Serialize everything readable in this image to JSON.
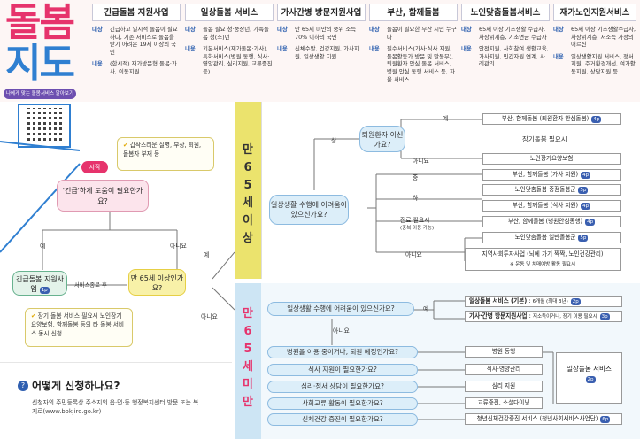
{
  "logo": {
    "line1": "돌봄",
    "line2": "지도",
    "subtitle": "나에게 맞는 돌봄서비스 알아보기"
  },
  "columns": [
    {
      "title": "긴급돌봄 지원사업",
      "target_key": "대상",
      "target": "긴급하고 일시적 돌봄이 필요하나, 기존 서비스로 돌봄을 받기 어려운 19세 이상의 국민",
      "content_key": "내용",
      "content": "(한시적) 재가방문형 돌봄·가사, 이동지원"
    },
    {
      "title": "일상돌봄 서비스",
      "target_key": "대상",
      "target": "돌봄 필요 청·중장년, 가족돌봄 청(소)년",
      "content_key": "내용",
      "content": "기본서비스(재가돌봄·가사), 특화서비스(병원 동행, 식사·영양관리, 심리지원, 교류증진 등)"
    },
    {
      "title": "가사간병 방문지원사업",
      "target_key": "대상",
      "target": "만 65세 미만의 중위 소득 70% 이하의 국민",
      "content_key": "내용",
      "content": "신체수발, 건강지원, 가사지원, 일상생활 지원"
    },
    {
      "title": "부산, 함께돌봄",
      "target_key": "대상",
      "target": "돌봄이 필요한 부산 시민 누구나",
      "content_key": "내용",
      "content": "필수서비스(가사·식사 지원, 돌봄활동가 방문 및 말동무), 퇴원환자 안심 돌봄 서비스, 병원 안심 동행 서비스 등, 자율 서비스"
    },
    {
      "title": "노인맞춤돌봄서비스",
      "target_key": "대상",
      "target": "65세 이상 기초생활 수급자, 차상위계층, 기초연금 수급자",
      "content_key": "내용",
      "content": "안전지원, 사회참여 생활교육, 가사지원, 민간자원 연계, 사례관리"
    },
    {
      "title": "재가노인지원서비스",
      "target_key": "대상",
      "target": "65세 이상 기초생활수급자, 차상위계층, 저소득 가정의 어르신",
      "content_key": "내용",
      "content": "일상생활지원 서비스, 정서지원, 주거환경개선, 여가활동지원, 상담지원 등"
    }
  ],
  "left": {
    "note_top": "갑작스러운 질병, 부상, 퇴원, 돌봄자 부재 등",
    "start": "시작",
    "question_main": "'긴급'하게 도움이 필요한가요?",
    "yes": "예",
    "no": "아니요",
    "emergency_box": "긴급돌봄 지원사업",
    "emergency_tag": "1p",
    "service_end": "서비스종료 후",
    "age_question": "만 65세 이상인가요?",
    "note_bottom": "장기 돌봄 서비스 필요시 노인장기요양보험, 함께돌봄 등의 타 돌봄 서비스 동시 신청"
  },
  "band": {
    "top": "만 65세 이상",
    "bottom": "만 65세 미만"
  },
  "upper": {
    "q_daily": "일상생활 수행에 어려움이 있으신가요?",
    "q_discharge": "퇴원환자 이신가요?",
    "level_high": "상",
    "level_mid": "중",
    "level_low": "하",
    "yes": "예",
    "no": "아니요",
    "need_long": "장기돌봄 필요시",
    "clinic": "진료 필요시",
    "clinic_sub": "(중복 이용 가능)",
    "no2": "아니요",
    "results": [
      {
        "text": "부산, 함께돌봄 (퇴원환자 안심돌봄)",
        "tag": "4p"
      },
      {
        "text": "노인장기요양보험",
        "tag": ""
      },
      {
        "text": "부산, 함께돌봄 (가사 지원)",
        "tag": "4p"
      },
      {
        "text": "노인맞춤돌봄 중점돌봄군",
        "tag": "5p"
      },
      {
        "text": "부산, 함께돌봄 (식사 지원)",
        "tag": "4p"
      },
      {
        "text": "부산, 함께돌봄 (병원안심동행)",
        "tag": "4p"
      },
      {
        "text": "노인맞춤돌봄 일반돌봄군",
        "tag": "5p"
      },
      {
        "text": "지역사회투자사업 (뇌에 가기 짝짝, 노인건강관리)",
        "tag": ""
      }
    ],
    "invest_sub": "※ 운동 및 치매예방 활동 필요시"
  },
  "lower": {
    "q_daily": "일상생활 수행에 어려움이 있으신가요?",
    "yes": "예",
    "no": "아니요",
    "r1": "일상돌봄 서비스 (기본)",
    "r1_sub": "6개월 (최대 3년)",
    "r1_tag": "2p",
    "r2": "가사·간병 방문지원사업",
    "r2_sub": "저소득이거나, 장기 이용 필요시",
    "r2_tag": "3p",
    "questions": [
      "병원을 이용 중이거나, 퇴원 예정인가요?",
      "식사 지원이 필요한가요?",
      "심리·정서 상담이 필요한가요?",
      "사회교류 활동이 필요한가요?",
      "신체건강 증진이 필요한가요?"
    ],
    "answers": [
      "병원 동행",
      "식사·영양관리",
      "심리 지원",
      "교류증진, 소셜다이닝",
      "청년신체건강증진 서비스 (청년사회서비스사업단)"
    ],
    "group": "일상돌봄 서비스",
    "group_tag": "2p",
    "last_tag": "6p"
  },
  "apply": {
    "title": "어떻게 신청하나요?",
    "body": "신청자의 주민등록상 주소지의 읍·면·동 행정복지센터 방문 또는 복지로(www.bokjiro.go.kr)"
  }
}
